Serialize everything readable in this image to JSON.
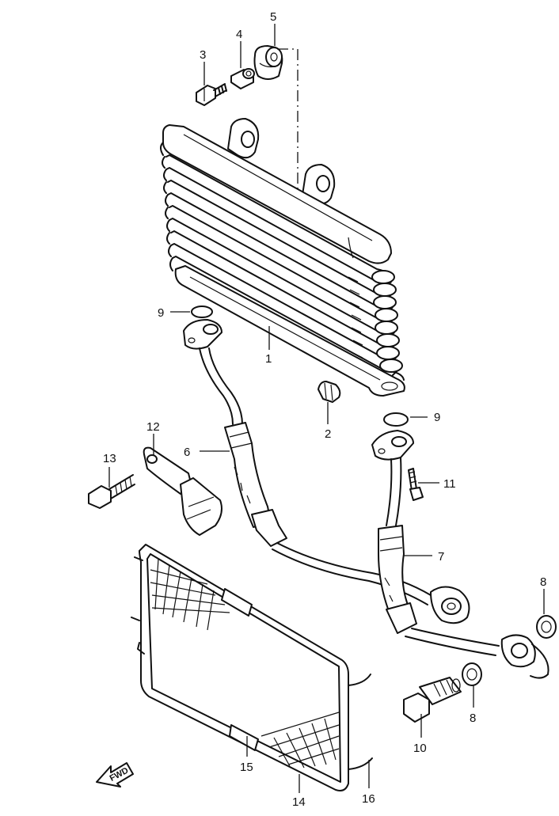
{
  "callouts": [
    {
      "id": "c1",
      "label": "1"
    },
    {
      "id": "c2",
      "label": "2"
    },
    {
      "id": "c3",
      "label": "3"
    },
    {
      "id": "c4",
      "label": "4"
    },
    {
      "id": "c5",
      "label": "5"
    },
    {
      "id": "c6",
      "label": "6"
    },
    {
      "id": "c7",
      "label": "7"
    },
    {
      "id": "c8a",
      "label": "8"
    },
    {
      "id": "c8b",
      "label": "8"
    },
    {
      "id": "c9a",
      "label": "9"
    },
    {
      "id": "c9b",
      "label": "9"
    },
    {
      "id": "c10",
      "label": "10"
    },
    {
      "id": "c11",
      "label": "11"
    },
    {
      "id": "c12",
      "label": "12"
    },
    {
      "id": "c13",
      "label": "13"
    },
    {
      "id": "c14",
      "label": "14"
    },
    {
      "id": "c15",
      "label": "15"
    },
    {
      "id": "c16",
      "label": "16"
    }
  ],
  "fwd_label": "FWD",
  "colors": {
    "line": "#111111",
    "background": "#ffffff"
  }
}
